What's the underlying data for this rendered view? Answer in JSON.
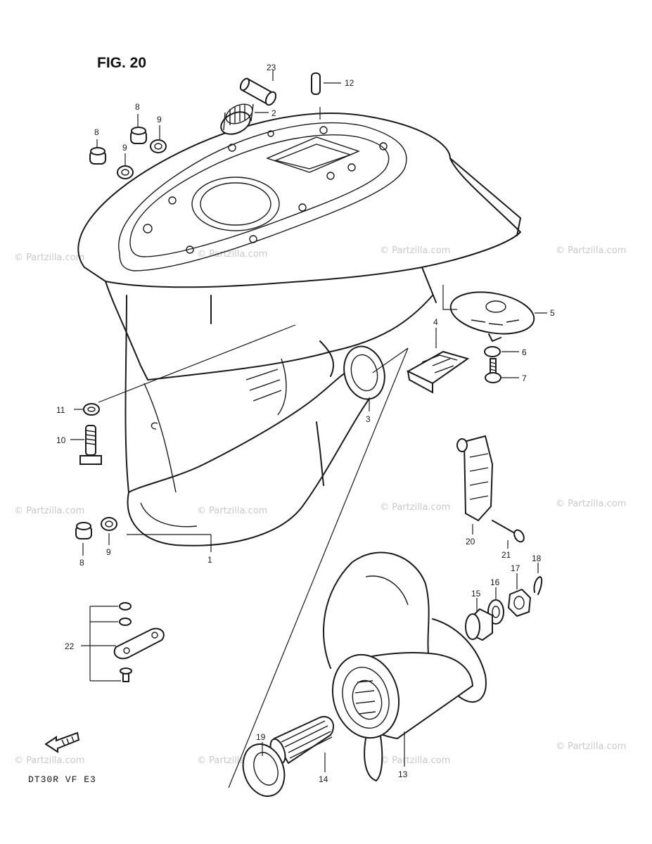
{
  "figure": {
    "title": "FIG. 20",
    "model_code": "DT30R  VF  E3"
  },
  "watermark": {
    "text": "© Partzilla.com"
  },
  "callouts": [
    "1",
    "2",
    "3",
    "4",
    "5",
    "6",
    "7",
    "8",
    "8",
    "8",
    "9",
    "9",
    "9",
    "10",
    "11",
    "12",
    "13",
    "14",
    "15",
    "16",
    "17",
    "18",
    "19",
    "20",
    "21",
    "22",
    "23"
  ],
  "icon_names": [
    "fwd-arrow-icon"
  ]
}
